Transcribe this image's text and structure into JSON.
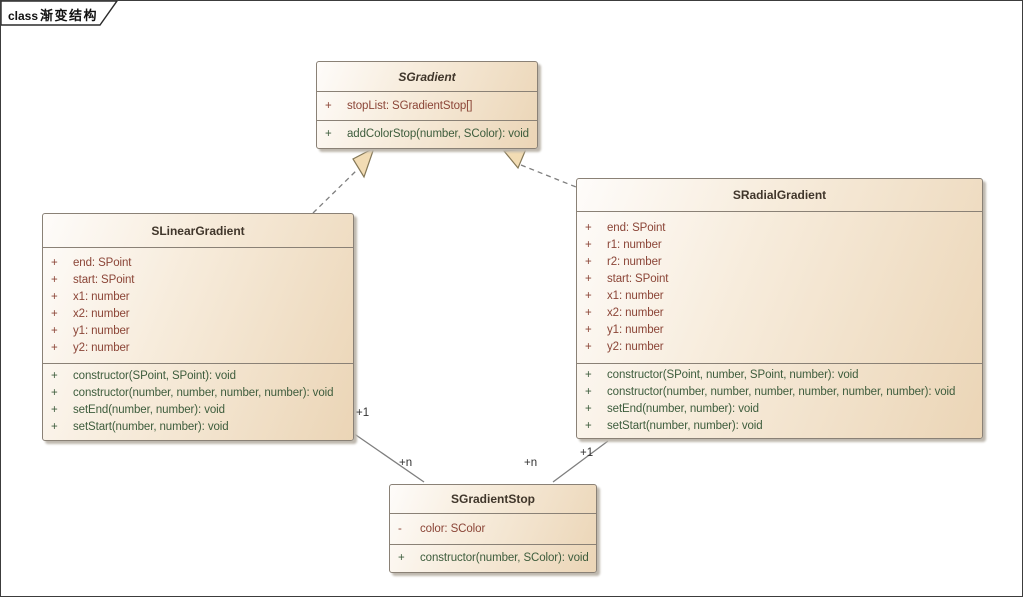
{
  "frame": {
    "keyword": "class",
    "title": "渐变结构"
  },
  "classes": [
    {
      "name": "SGradient",
      "abstract": true,
      "attributes": [
        {
          "visibility": "+",
          "signature": "stopList: SGradientStop[]"
        }
      ],
      "methods": [
        {
          "visibility": "+",
          "signature": "addColorStop(number, SColor): void"
        }
      ]
    },
    {
      "name": "SLinearGradient",
      "abstract": false,
      "attributes": [
        {
          "visibility": "+",
          "signature": "end: SPoint"
        },
        {
          "visibility": "+",
          "signature": "start: SPoint"
        },
        {
          "visibility": "+",
          "signature": "x1: number"
        },
        {
          "visibility": "+",
          "signature": "x2: number"
        },
        {
          "visibility": "+",
          "signature": "y1: number"
        },
        {
          "visibility": "+",
          "signature": "y2: number"
        }
      ],
      "methods": [
        {
          "visibility": "+",
          "signature": "constructor(SPoint, SPoint): void"
        },
        {
          "visibility": "+",
          "signature": "constructor(number, number, number, number): void"
        },
        {
          "visibility": "+",
          "signature": "setEnd(number, number): void"
        },
        {
          "visibility": "+",
          "signature": "setStart(number, number): void"
        }
      ]
    },
    {
      "name": "SRadialGradient",
      "abstract": false,
      "attributes": [
        {
          "visibility": "+",
          "signature": "end: SPoint"
        },
        {
          "visibility": "+",
          "signature": "r1: number"
        },
        {
          "visibility": "+",
          "signature": "r2: number"
        },
        {
          "visibility": "+",
          "signature": "start: SPoint"
        },
        {
          "visibility": "+",
          "signature": "x1: number"
        },
        {
          "visibility": "+",
          "signature": "x2: number"
        },
        {
          "visibility": "+",
          "signature": "y1: number"
        },
        {
          "visibility": "+",
          "signature": "y2: number"
        }
      ],
      "methods": [
        {
          "visibility": "+",
          "signature": "constructor(SPoint, number, SPoint, number): void"
        },
        {
          "visibility": "+",
          "signature": "constructor(number, number, number, number, number, number): void"
        },
        {
          "visibility": "+",
          "signature": "setEnd(number, number): void"
        },
        {
          "visibility": "+",
          "signature": "setStart(number, number): void"
        }
      ]
    },
    {
      "name": "SGradientStop",
      "abstract": false,
      "attributes": [
        {
          "visibility": "-",
          "signature": "color: SColor"
        }
      ],
      "methods": [
        {
          "visibility": "+",
          "signature": "constructor(number, SColor): void"
        }
      ]
    }
  ],
  "connectors": {
    "realizations": [
      {
        "from": "SLinearGradient",
        "to": "SGradient",
        "style": "dashed-hollow-triangle"
      },
      {
        "from": "SRadialGradient",
        "to": "SGradient",
        "style": "dashed-hollow-triangle"
      }
    ],
    "associations": [
      {
        "from": "SLinearGradient",
        "to": "SGradientStop",
        "source_label": "+1",
        "target_label": "+n"
      },
      {
        "from": "SRadialGradient",
        "to": "SGradientStop",
        "source_label": "+1",
        "target_label": "+n"
      }
    ]
  },
  "colors": {
    "attribute_text": "#8B4537",
    "method_text": "#3D5C3C",
    "title_text": "#40362B",
    "box_border": "#8A8176",
    "box_fill_light": "#FEFCFA",
    "box_fill_dark": "#EBD5B6",
    "connector": "#7E7E7E",
    "arrowhead_fill": "#F2DCB4",
    "arrowhead_stroke": "#847756",
    "multiplicity_text": "#333333"
  }
}
